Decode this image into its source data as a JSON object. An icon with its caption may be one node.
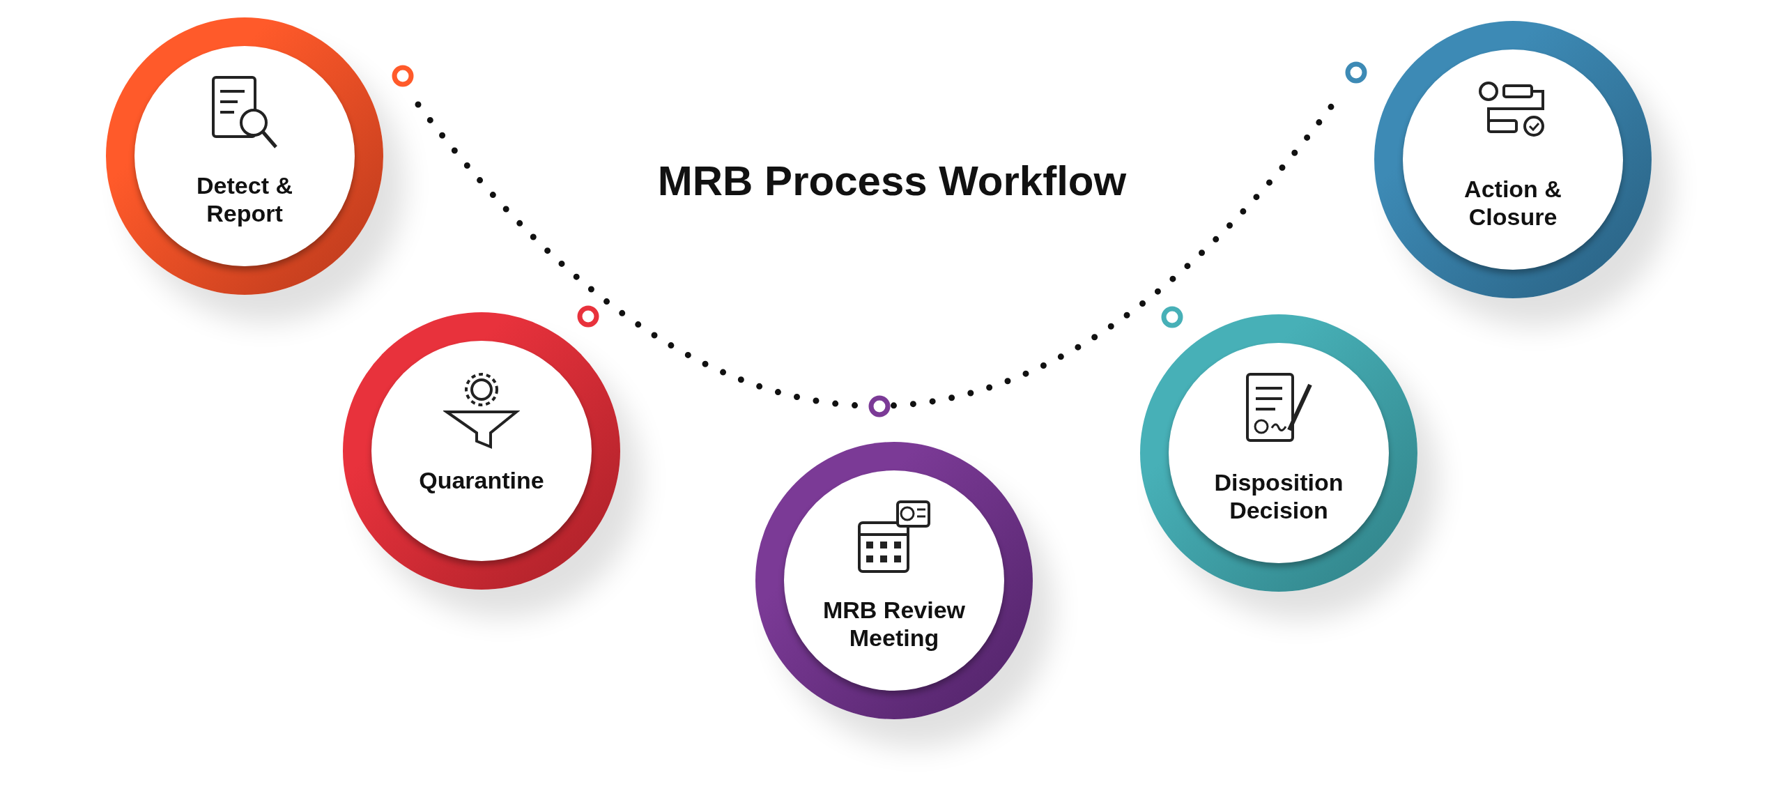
{
  "diagram": {
    "title": "MRB Process Workflow",
    "nodes": [
      {
        "text": [
          "Detect & Report"
        ]
      },
      {
        "text": [
          "Quarantine"
        ]
      },
      {
        "text": [
          "MRB Review Meeting"
        ]
      },
      {
        "text": [
          "Disposition Decision"
        ]
      },
      {
        "text": [
          "Action & Closure"
        ]
      }
    ]
  }
}
